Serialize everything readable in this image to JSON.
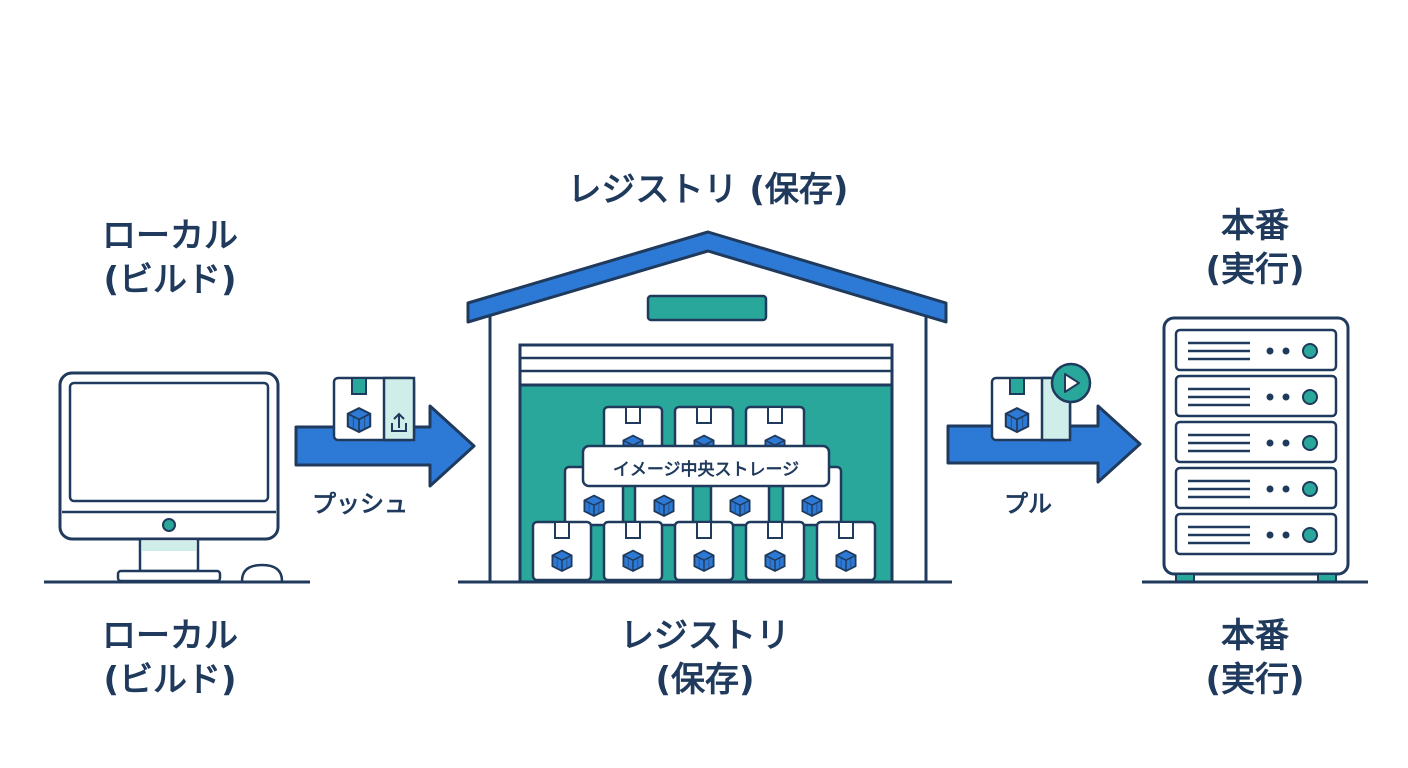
{
  "colors": {
    "outline": "#1f3a5c",
    "blue": "#2d7ad6",
    "teal": "#2aa79b",
    "light_teal": "#cfeee9",
    "box_fill": "#ffffff"
  },
  "local": {
    "top_label_line1": "ローカル",
    "top_label_line2": "(ビルド)",
    "bottom_label_line1": "ローカル",
    "bottom_label_line2": "(ビルド)",
    "icon": "desktop-computer-icon"
  },
  "push": {
    "label": "プッシュ",
    "icon": "package-upload-icon"
  },
  "registry": {
    "top_label": "レジストリ (保存)",
    "bottom_label_line1": "レジストリ",
    "bottom_label_line2": "(保存)",
    "banner": "イメージ中央ストレージ",
    "icon": "warehouse-icon"
  },
  "pull": {
    "label": "プル",
    "icon": "package-play-icon"
  },
  "production": {
    "top_label_line1": "本番",
    "top_label_line2": "(実行)",
    "bottom_label_line1": "本番",
    "bottom_label_line2": "(実行)",
    "icon": "server-rack-icon"
  }
}
